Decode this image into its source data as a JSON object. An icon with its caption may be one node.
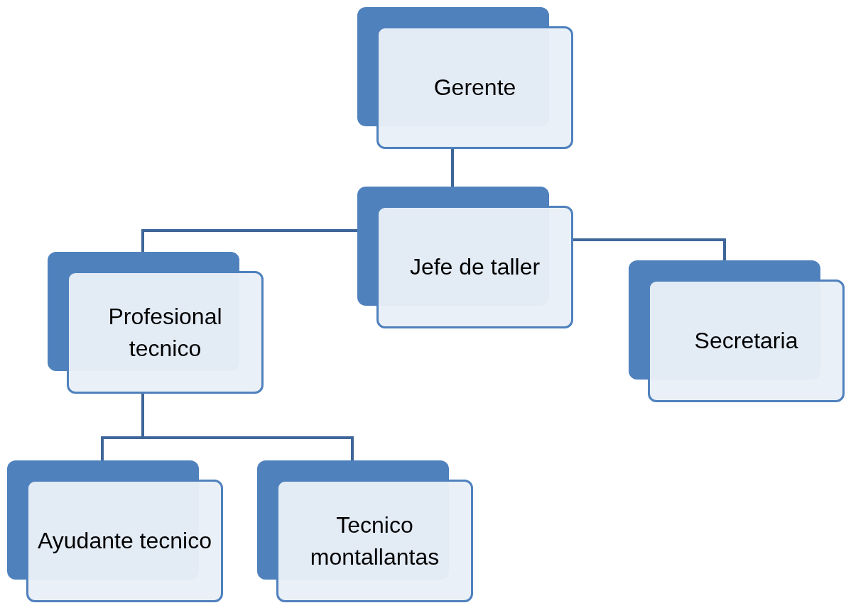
{
  "diagram": {
    "nodes": [
      {
        "text": [
          "Gerente"
        ]
      },
      {
        "text": [
          "Jefe de taller"
        ]
      },
      {
        "text": [
          "Profesional tecnico"
        ]
      },
      {
        "text": [
          "Secretaria"
        ]
      },
      {
        "text": [
          "Ayudante tecnico"
        ]
      },
      {
        "text": [
          "Tecnico montallantas"
        ]
      }
    ],
    "edges": [
      {
        "from": 0,
        "to": 1,
        "arrow": "none"
      },
      {
        "from": 1,
        "to": 2,
        "arrow": "none"
      },
      {
        "from": 1,
        "to": 3,
        "arrow": "none"
      },
      {
        "from": 2,
        "to": 4,
        "arrow": "none"
      },
      {
        "from": 2,
        "to": 5,
        "arrow": "none"
      }
    ]
  }
}
